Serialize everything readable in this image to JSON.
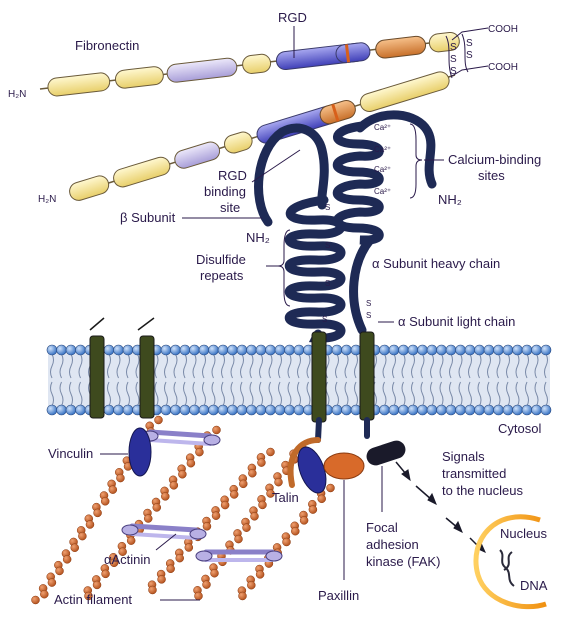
{
  "labels": {
    "fibronectin": "Fibronectin",
    "rgd_top": "RGD",
    "h2n_1": "H₂N",
    "h2n_2": "H₂N",
    "cooh_1": "COOH",
    "cooh_2": "COOH",
    "s": "S",
    "ca": "Ca²⁺",
    "rgd_site_1": "RGD",
    "rgd_site_2": "binding",
    "rgd_site_3": "site",
    "calcium_1": "Calcium-binding",
    "calcium_2": "sites",
    "nh2_alpha": "NH₂",
    "nh2_beta": "NH₂",
    "beta_subunit": "β Subunit",
    "disulfide_1": "Disulfide",
    "disulfide_2": "repeats",
    "alpha_heavy": "α Subunit heavy chain",
    "alpha_light": "α Subunit light chain",
    "cytosol": "Cytosol",
    "vinculin": "Vinculin",
    "talin": "Talin",
    "signals_1": "Signals",
    "signals_2": "transmitted",
    "signals_3": "to the nucleus",
    "nucleus": "Nucleus",
    "dna": "DNA",
    "fak_1": "Focal",
    "fak_2": "adhesion",
    "fak_3": "kinase (FAK)",
    "actinin": "αActinin",
    "paxillin": "Paxillin",
    "actin": "Actin filament"
  },
  "colors": {
    "membrane_head": "#4a86d0",
    "membrane_tail": "#d8e0ef",
    "integrin": "#1e2a55",
    "anchor": "#3e4a1e",
    "actin": "#c86a30",
    "vinculin": "#2a2f9a",
    "paxillin": "#d86a2a",
    "nucleus": "#f0a020",
    "module_yellow": "#f6e59a",
    "module_lilac": "#c8c0e8",
    "module_blue": "#6a6ad8",
    "module_orange": "#e89a55"
  }
}
